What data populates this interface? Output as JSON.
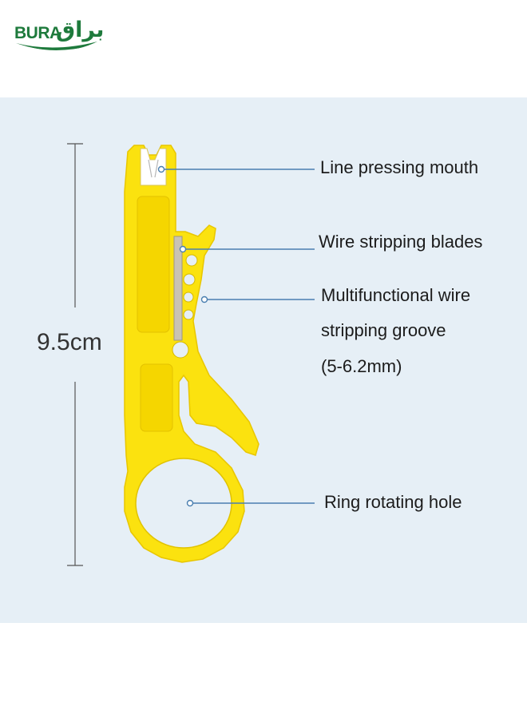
{
  "brand": {
    "latin": "BURA",
    "arabic": "براق",
    "color": "#1e7a3c"
  },
  "dimension": {
    "value": "9.5cm"
  },
  "callouts": {
    "line_pressing": "Line pressing mouth",
    "blades": "Wire stripping blades",
    "groove_line1": "Multifunctional wire",
    "groove_line2": "stripping groove",
    "groove_line3": "(5-6.2mm)",
    "ring": "Ring rotating hole"
  },
  "colors": {
    "panel": "#e6eff6",
    "tool": "#fbe20f",
    "tool_shade": "#f0cf00",
    "leader": "#4a7fb0"
  }
}
